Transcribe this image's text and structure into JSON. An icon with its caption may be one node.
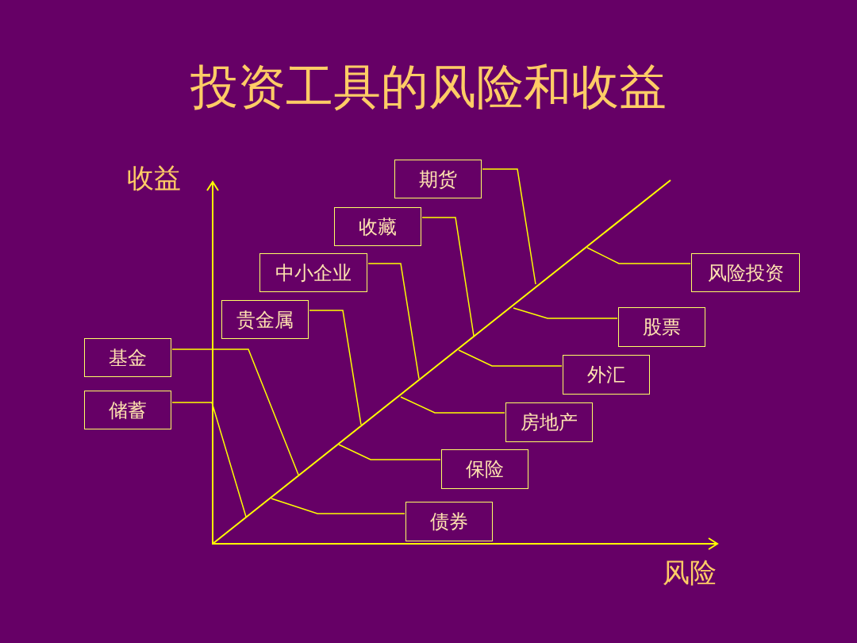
{
  "diagram": {
    "title": "投资工具的风险和收益",
    "nodes": [
      {
        "text": [
          "期货"
        ]
      },
      {
        "text": [
          "收藏"
        ]
      },
      {
        "text": [
          "中小企业"
        ]
      },
      {
        "text": [
          "风险投资"
        ]
      },
      {
        "text": [
          "贵金属"
        ]
      },
      {
        "text": [
          "股票"
        ]
      },
      {
        "text": [
          "基金"
        ]
      },
      {
        "text": [
          "外汇"
        ]
      },
      {
        "text": [
          "储蓄"
        ]
      },
      {
        "text": [
          "房地产"
        ]
      },
      {
        "text": [
          "保险"
        ]
      },
      {
        "text": [
          "债券"
        ]
      }
    ],
    "edges": [
      {
        "from": 0,
        "to": null,
        "arrow": "none"
      },
      {
        "from": 1,
        "to": null,
        "arrow": "none"
      },
      {
        "from": 2,
        "to": null,
        "arrow": "none"
      },
      {
        "from": 3,
        "to": null,
        "arrow": "none"
      },
      {
        "from": 4,
        "to": null,
        "arrow": "none"
      },
      {
        "from": 5,
        "to": null,
        "arrow": "none"
      },
      {
        "from": 6,
        "to": null,
        "arrow": "none"
      },
      {
        "from": 7,
        "to": null,
        "arrow": "none"
      },
      {
        "from": 8,
        "to": null,
        "arrow": "none"
      },
      {
        "from": 9,
        "to": null,
        "arrow": "none"
      },
      {
        "from": 10,
        "to": null,
        "arrow": "none"
      },
      {
        "from": 11,
        "to": null,
        "arrow": "none"
      }
    ],
    "labels": [
      "收益",
      "风险"
    ]
  }
}
